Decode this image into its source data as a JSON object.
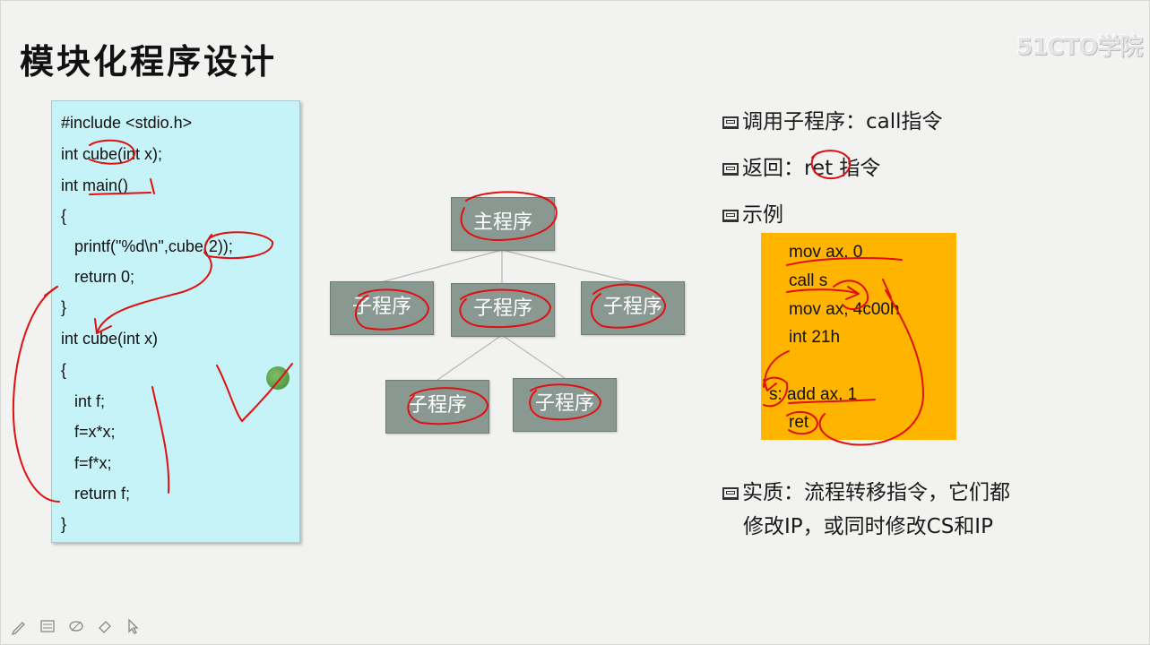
{
  "slide": {
    "title": "模块化程序设计",
    "watermark": "51CTO学院"
  },
  "code": {
    "lines": [
      "#include <stdio.h>",
      "int cube(int x);",
      "int main()",
      "{",
      "   printf(\"%d\\n\",cube(2));",
      "   return 0;",
      "}",
      "int cube(int x)",
      "{",
      "   int f;",
      "   f=x*x;",
      "   f=f*x;",
      "   return f;",
      "}"
    ]
  },
  "tree": {
    "root": "主程序",
    "level1": [
      "子程序",
      "子程序",
      "子程序"
    ],
    "level2": [
      "子程序",
      "子程序"
    ]
  },
  "bullets": {
    "call": "调用子程序：call指令",
    "ret": "返回：ret 指令",
    "example": "示例",
    "essence_line1": "实质：流程转移指令，它们都",
    "essence_line2": "修改IP，或同时修改CS和IP"
  },
  "asm": {
    "lines": [
      "mov ax, 0",
      "call s",
      "mov ax, 4c00h",
      "int 21h",
      "",
      "s: add ax, 1",
      "ret"
    ]
  },
  "colors": {
    "code_bg": "#c6f3f7",
    "node_bg": "#8a9892",
    "asm_bg": "#ffb400",
    "ink": "#e01010"
  },
  "toolbar": [
    "pen-icon",
    "board-icon",
    "highlighter-icon",
    "eraser-icon",
    "pointer-icon"
  ]
}
